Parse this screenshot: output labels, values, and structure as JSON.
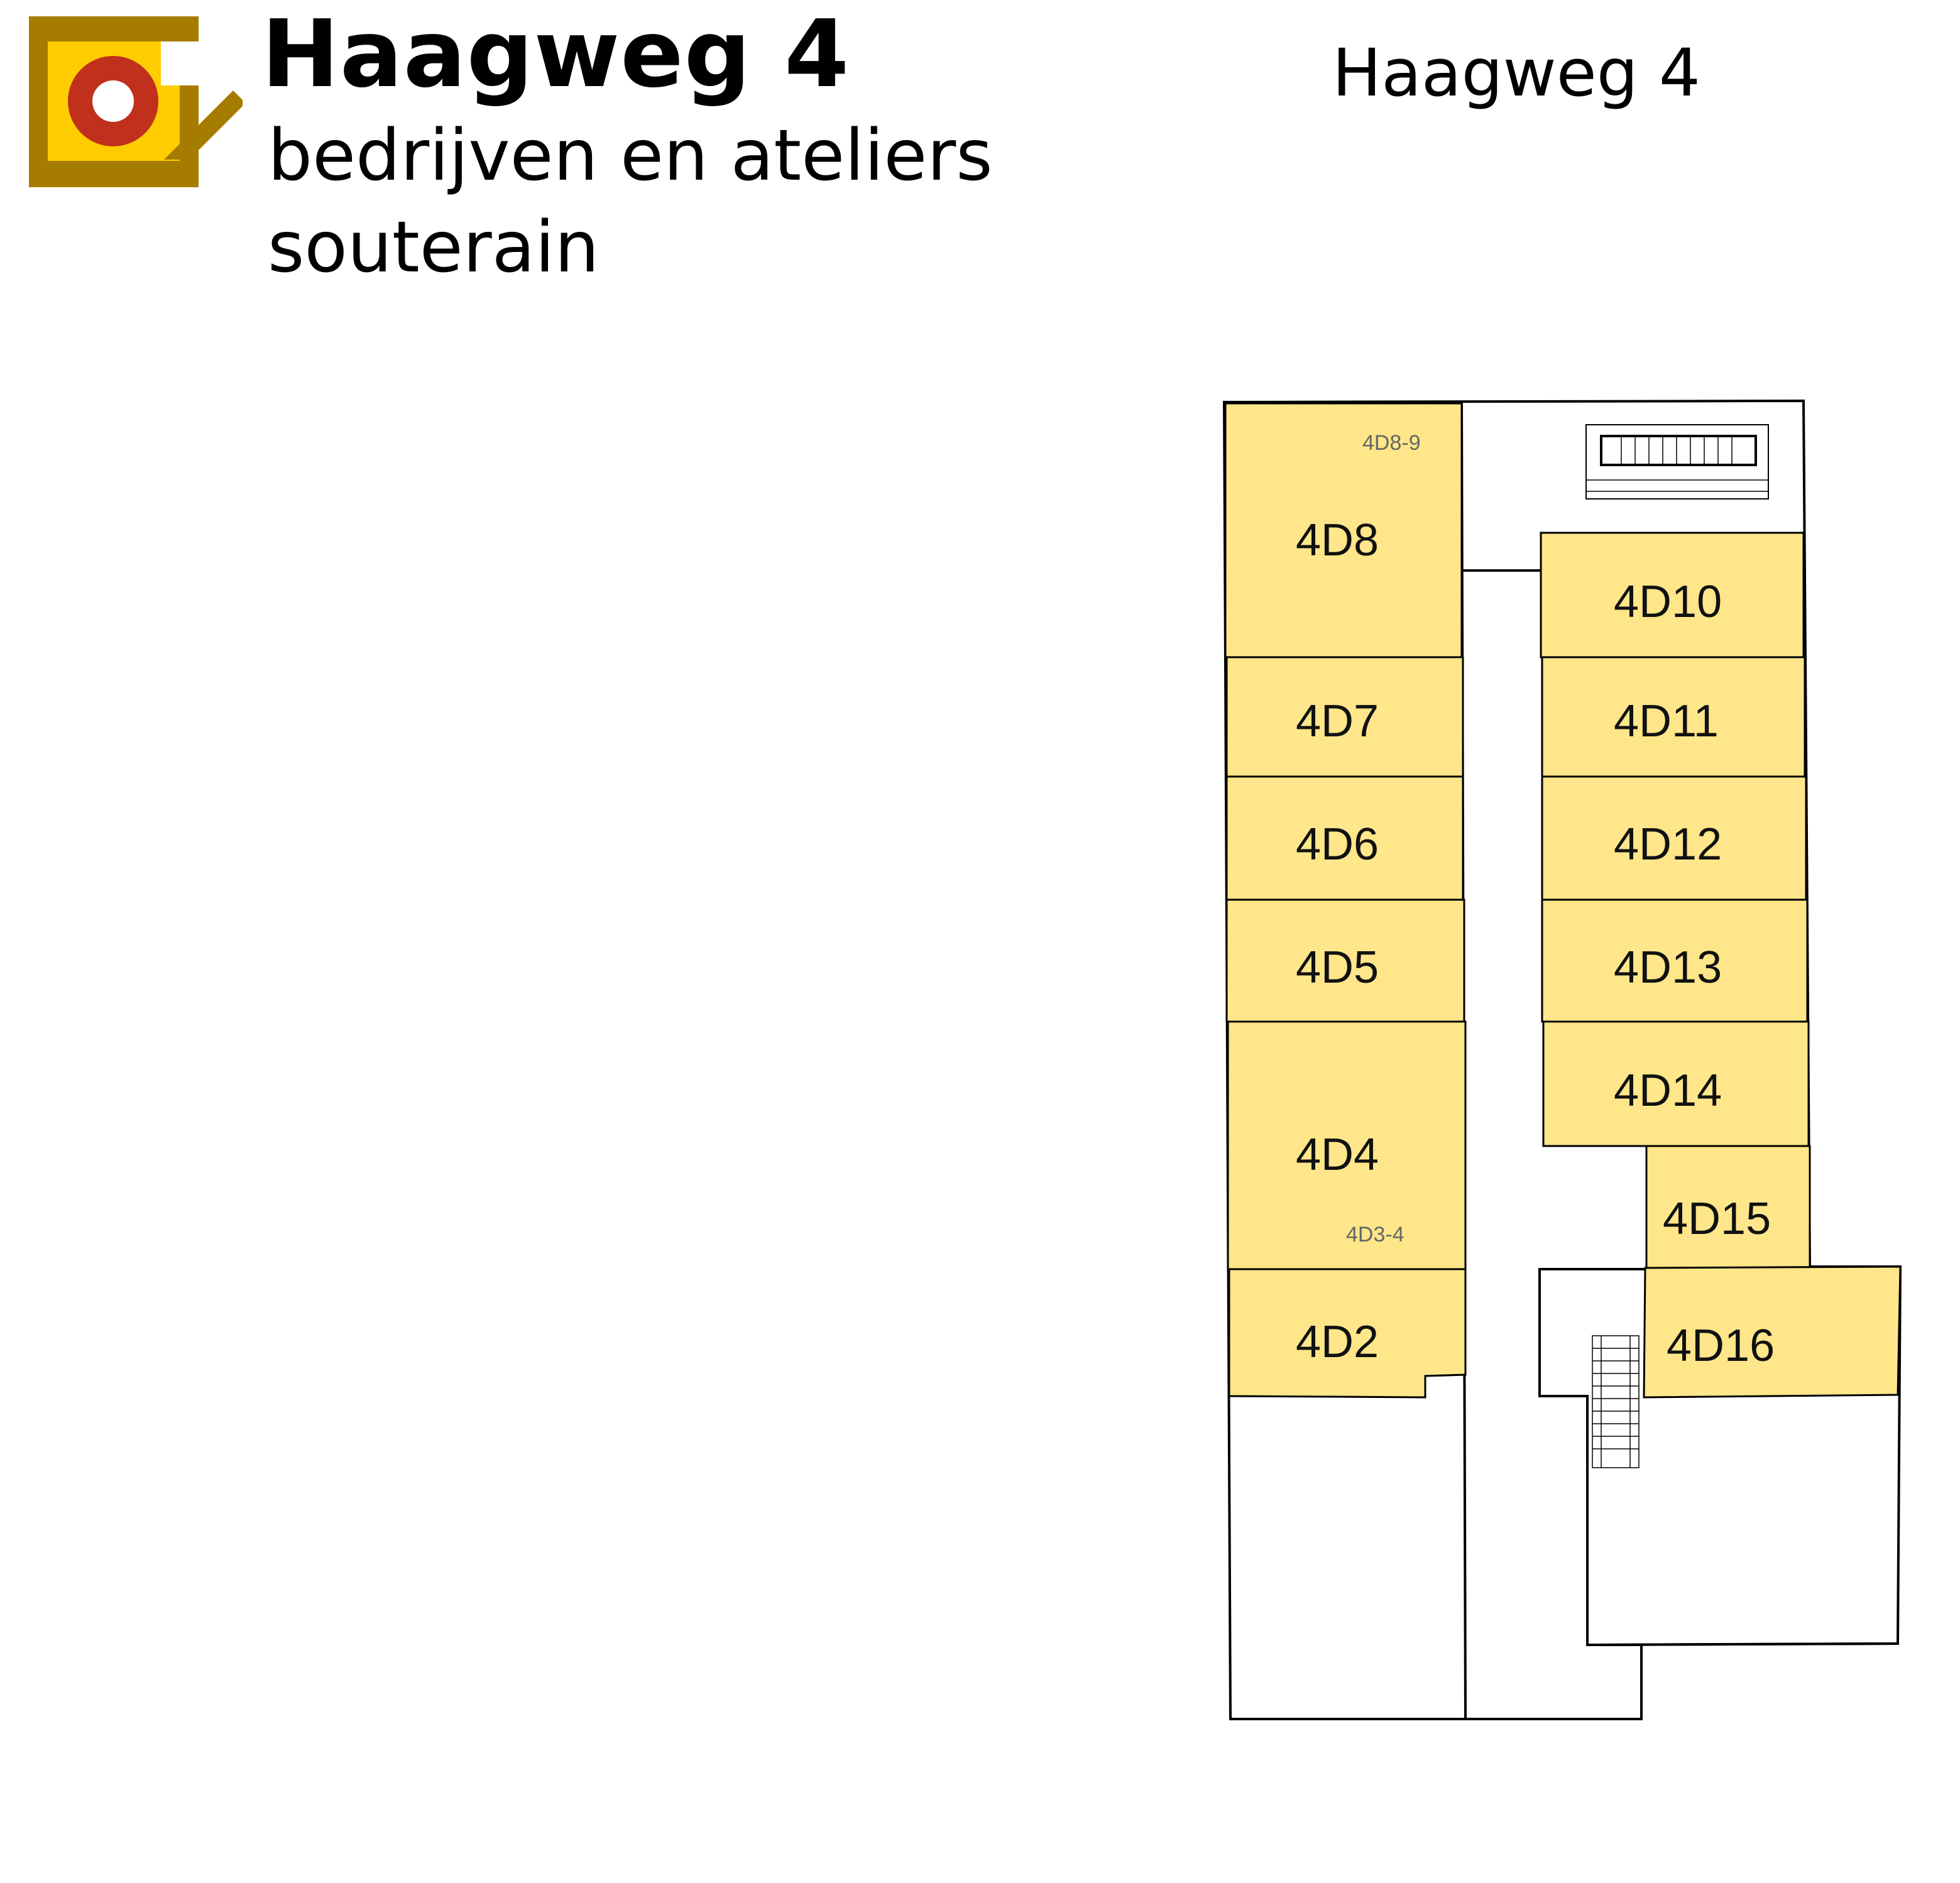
{
  "header": {
    "title": "Haagweg 4",
    "subtitle": "bedrijven en ateliers",
    "floor": "souterain",
    "right_title": "Haagweg 4"
  },
  "colors": {
    "unit_fill": "#FFE68A",
    "logo_gold": "#A67C00",
    "logo_yellow": "#FFCC00",
    "logo_red": "#C0301C",
    "wall": "#000000"
  },
  "units": {
    "u4d8": "4D8",
    "u4d7": "4D7",
    "u4d6": "4D6",
    "u4d5": "4D5",
    "u4d4": "4D4",
    "u4d2": "4D2",
    "u4d10": "4D10",
    "u4d11": "4D11",
    "u4d12": "4D12",
    "u4d13": "4D13",
    "u4d14": "4D14",
    "u4d15": "4D15",
    "u4d16": "4D16"
  },
  "small_labels": {
    "l4d8_9": "4D8-9",
    "l4d3_4": "4D3-4"
  }
}
